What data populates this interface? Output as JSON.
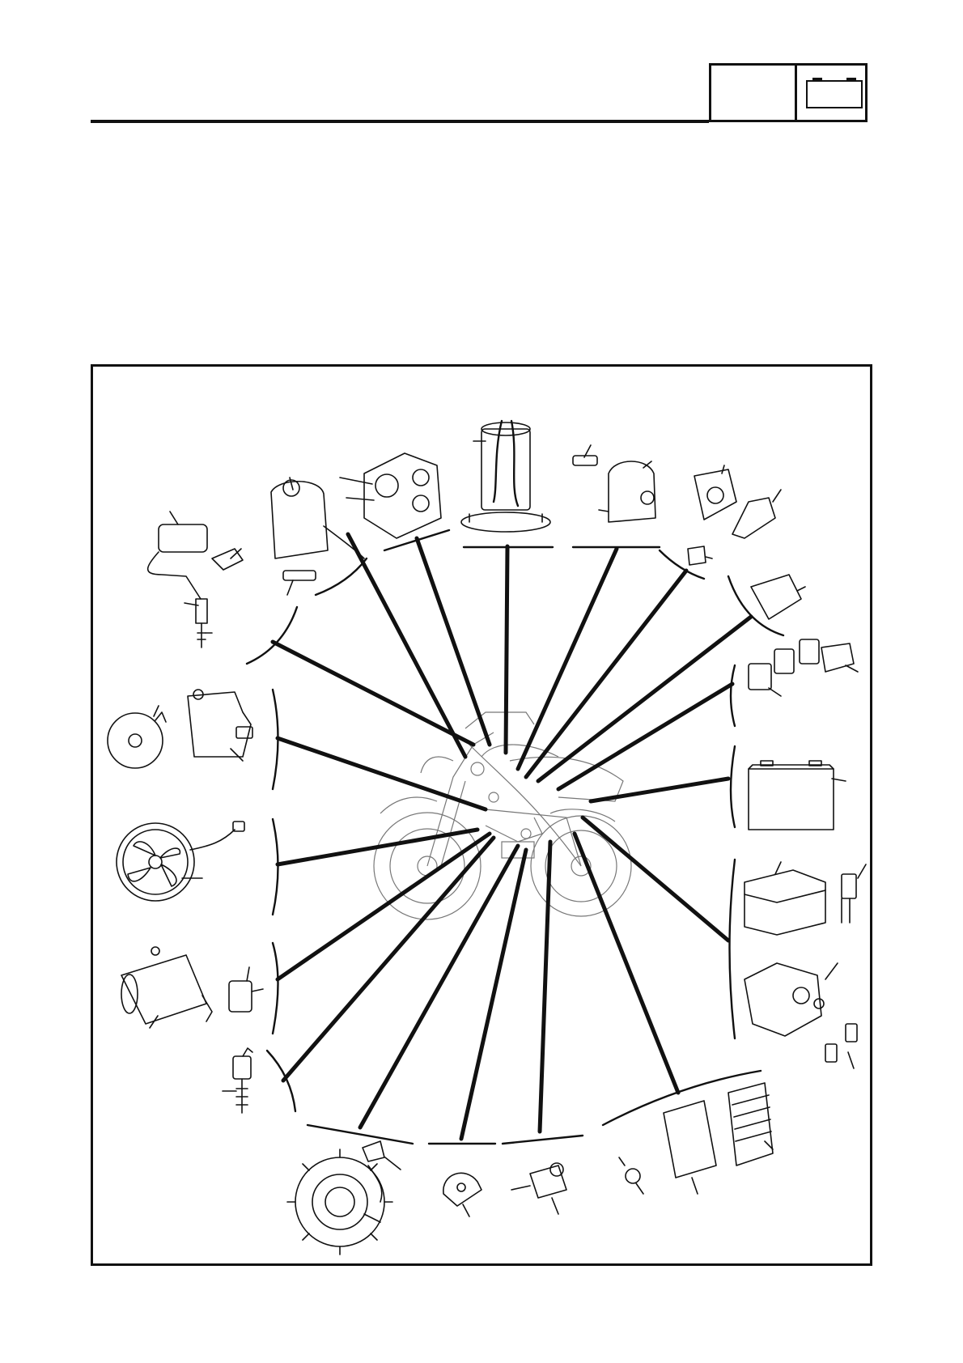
{
  "header": {
    "section_icon": "battery-icon",
    "section_code": ""
  },
  "diagram": {
    "description_text": "",
    "components": [
      {
        "id": "ignition-coil-group",
        "icon": "ignition-coil-icon"
      },
      {
        "id": "handlebar-switch-left",
        "icon": "handlebar-switch-icon"
      },
      {
        "id": "main-switch",
        "icon": "main-switch-icon"
      },
      {
        "id": "fuel-pump",
        "icon": "fuel-pump-icon"
      },
      {
        "id": "handlebar-switch-right",
        "icon": "handlebar-switch-icon"
      },
      {
        "id": "throttle-position-sensor",
        "icon": "sensor-icon"
      },
      {
        "id": "relay-unit",
        "icon": "relay-icon"
      },
      {
        "id": "relays",
        "icon": "relay-icon"
      },
      {
        "id": "battery",
        "icon": "battery-icon"
      },
      {
        "id": "fuse-box",
        "icon": "fuse-box-icon"
      },
      {
        "id": "ecu-and-rectifier",
        "icon": "ecu-icon"
      },
      {
        "id": "neutral-switch",
        "icon": "switch-icon"
      },
      {
        "id": "speed-sensor",
        "icon": "sensor-icon"
      },
      {
        "id": "pickup-coil",
        "icon": "sensor-icon"
      },
      {
        "id": "stator-coil",
        "icon": "stator-icon"
      },
      {
        "id": "oil-level-switch",
        "icon": "switch-icon"
      },
      {
        "id": "starter-motor",
        "icon": "starter-motor-icon"
      },
      {
        "id": "radiator-fan",
        "icon": "fan-icon"
      },
      {
        "id": "horn-and-throttle-body",
        "icon": "horn-icon"
      }
    ]
  }
}
